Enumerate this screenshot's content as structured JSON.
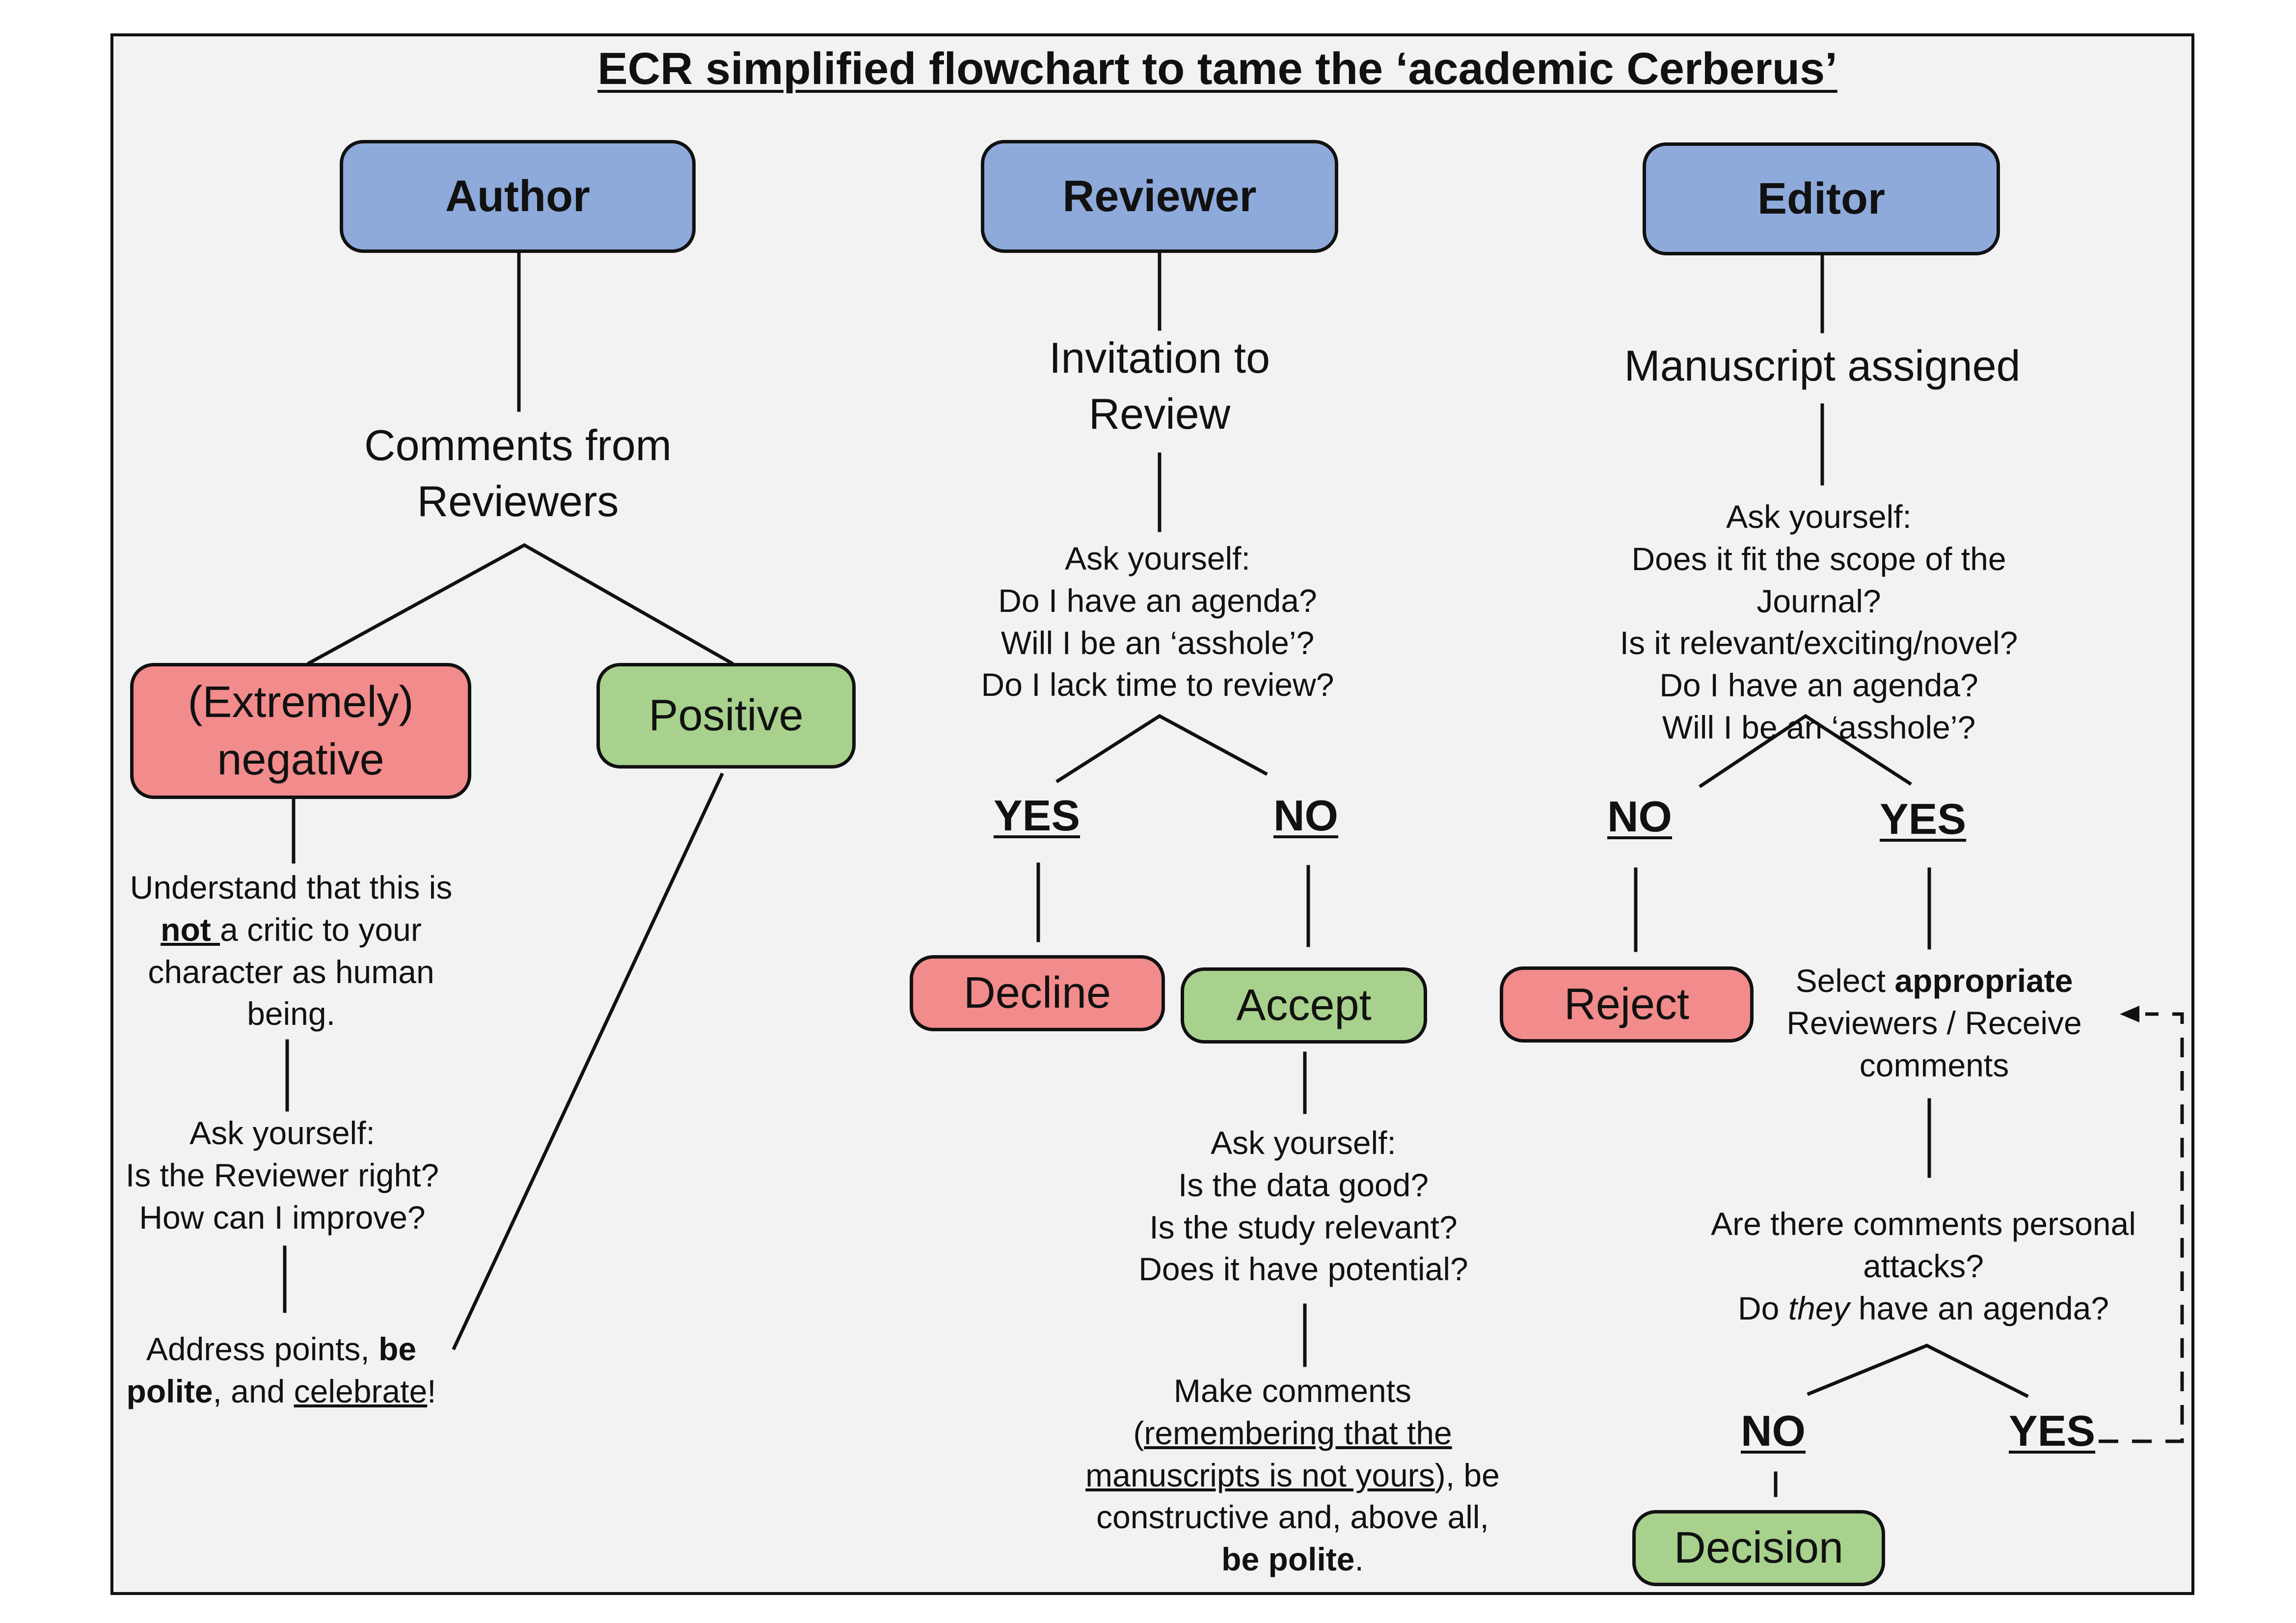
{
  "title": "ECR simplified flowchart to tame the ‘academic Cerberus’",
  "author": {
    "label": "Author",
    "comments": "Comments from\nReviewers",
    "negative": "(Extremely)\nnegative",
    "positive": "Positive",
    "understand": {
      "pre": "Understand that this is",
      "not": "not ",
      "post": "a critic to your\ncharacter as human\nbeing."
    },
    "ask": "Ask yourself:\nIs the Reviewer right?\nHow can I improve?",
    "address": {
      "pre": "Address points, ",
      "be": "be",
      "polite": "polite",
      "and": ", and ",
      "celebrate": "celebrate",
      "end": "!"
    }
  },
  "reviewer": {
    "label": "Reviewer",
    "invitation": "Invitation to\nReview",
    "ask": "Ask yourself:\nDo I have an agenda?\nWill I be an ‘asshole’?\nDo I lack time to review?",
    "yes": "YES",
    "no": "NO",
    "decline": "Decline",
    "accept": "Accept",
    "ask2": "Ask yourself:\nIs the data good?\nIs the study relevant?\nDoes it have potential?",
    "make": {
      "pre": "Make comments",
      "open": "(",
      "remember": "remembering that the",
      "manuscripts": "manuscripts is not yours",
      "close": "), be",
      "constructive": "constructive and, above all,",
      "bepolite": "be polite",
      "end": "."
    }
  },
  "editor": {
    "label": "Editor",
    "assigned": "Manuscript assigned",
    "ask": "Ask yourself:\nDoes it fit the scope of the Journal?\nIs it relevant/exciting/novel?\nDo I have an agenda?\nWill I be an ‘asshole’?",
    "no": "NO",
    "yes": "YES",
    "reject": "Reject",
    "select": {
      "pre": "Select ",
      "appropriate": "appropriate",
      "post": "Reviewers / Receive\ncomments"
    },
    "attacks": {
      "l1": "Are there comments personal",
      "l2": "attacks?",
      "do": "Do ",
      "they": "they",
      "post": " have an agenda?"
    },
    "no2": "NO",
    "yes2": "YES",
    "decision": "Decision"
  }
}
